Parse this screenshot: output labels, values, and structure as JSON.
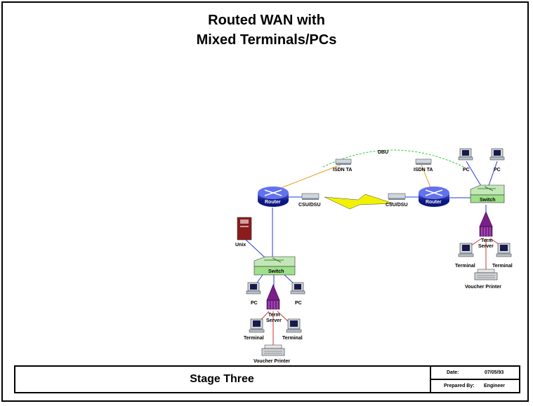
{
  "title": {
    "line1": "Routed WAN with",
    "line2": "Mixed Terminals/PCs"
  },
  "title_block": {
    "stage": "Stage Three",
    "date_label": "Date:",
    "date_value": "07/05/93",
    "prepared_label": "Prepared By:",
    "prepared_value": "Engineer"
  },
  "diagram": {
    "link_label": "DBU",
    "left_router": "Router",
    "right_router": "Router",
    "left_isdn": "ISDN TA",
    "right_isdn": "ISDN TA",
    "left_csu": "CSU/DSU",
    "right_csu": "CSU/DSU",
    "unix": "Unix",
    "left_switch": "Switch",
    "right_switch": "Switch",
    "left_pc1": "PC",
    "left_pc2": "PC",
    "right_pc1": "PC",
    "right_pc2": "PC",
    "left_term_server_1": "Term",
    "left_term_server_2": "Server",
    "right_term_server_1": "Term",
    "right_term_server_2": "Server",
    "left_terminal1": "Terminal",
    "left_terminal2": "Terminal",
    "right_terminal1": "Terminal",
    "right_terminal2": "Terminal",
    "left_printer": "Voucher Printer",
    "right_printer": "Voucher Printer"
  },
  "colors": {
    "router": "#1c2aa8",
    "switch": "#9fe08a",
    "isdn_link": "#e89a2a",
    "dbu_link": "#33cc33",
    "wan_bolt": "#f2f200",
    "term_server": "#7a1f8a",
    "lan_line": "#2a3ad6",
    "serial_line": "#cc3333"
  }
}
